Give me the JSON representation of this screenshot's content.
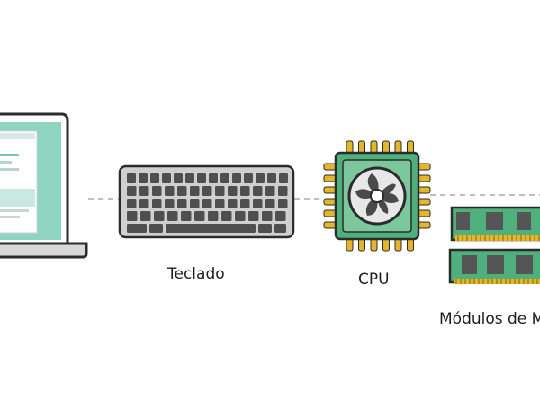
{
  "diagram": {
    "components": [
      {
        "id": "laptop",
        "icon": "laptop-icon",
        "label": ""
      },
      {
        "id": "keyboard",
        "icon": "keyboard-icon",
        "label": "Teclado"
      },
      {
        "id": "cpu",
        "icon": "cpu-chip-icon",
        "label": "CPU"
      },
      {
        "id": "ram",
        "icon": "ram-module-icon",
        "label": "Módulos de M"
      }
    ],
    "connector_style": "dashed"
  },
  "colors": {
    "screen": "#8fd3c1",
    "board_green": "#4fb07d",
    "cpu_pin": "#e3b62b",
    "keyboard_frame": "#cfcfcf",
    "key": "#4f4f4f",
    "outline": "#2b2b2b",
    "connector": "#a9a9a9"
  }
}
